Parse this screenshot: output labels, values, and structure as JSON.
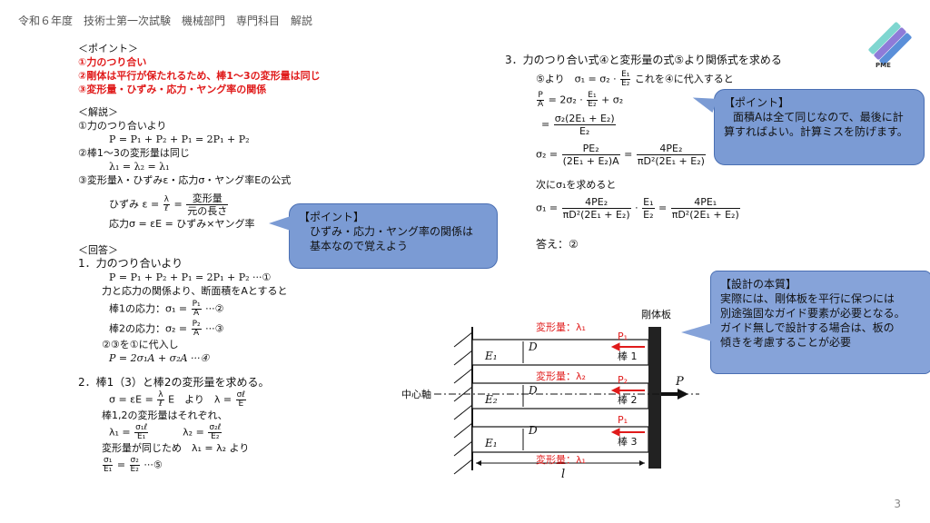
{
  "header": "令和６年度　技術士第一次試験　機械部門　専門科目　解説",
  "page_number": "3",
  "logo": {
    "label": "PME",
    "colors": [
      "#7fd6d0",
      "#8e7bd8",
      "#5a8fd9"
    ]
  },
  "left": {
    "point_title": "＜ポイント＞",
    "points": [
      "①力のつり合い",
      "②剛体は平行が保たれるため、棒1～3の変形量は同じ",
      "③変形量・ひずみ・応力・ヤング率の関係"
    ],
    "kaisetsu_title": "＜解説＞",
    "k1": "①力のつり合いより",
    "k1_eq": "P = P₁ + P₂ + P₁ = 2P₁ + P₂",
    "k2": "②棒1～3の変形量は同じ",
    "k2_eq": "λ₁ = λ₂ = λ₁",
    "k3": "③変形量λ・ひずみε・応力σ・ヤング率Eの公式",
    "strain_lhs": "ひずみ ε =",
    "strain_num1": "λ",
    "strain_den1": "ℓ",
    "strain_eq": "=",
    "strain_num2": "変形量",
    "strain_den2": "元の長さ",
    "stress": "応力σ = εE = ひずみ×ヤング率",
    "kaito_title": "＜回答＞",
    "a1": "1．力のつり合いより",
    "a1_eq": "P = P₁ + P₂ + P₁ = 2P₁ + P₂ ···①",
    "a1_txt": "力と応力の関係より、断面積をAとすると",
    "rod1_lhs": "棒1の応力：σ₁ =",
    "rod1_num": "P₁",
    "rod1_den": "A",
    "rod1_tag": "···②",
    "rod2_lhs": "棒2の応力：σ₂ =",
    "rod2_num": "P₂",
    "rod2_den": "A",
    "rod2_tag": "···③",
    "sub": "②③を①に代入し",
    "sub_eq": "P = 2σ₁A + σ₂A ···④",
    "a2": "2．棒1（3）と棒2の変形量を求める。",
    "a2_lhs": "σ = εE =",
    "a2_num": "λ",
    "a2_den": "ℓ",
    "a2_mid": "E　より　λ =",
    "a2_num2": "σℓ",
    "a2_den2": "E",
    "a2_txt": "棒1,2の変形量はそれぞれ、",
    "lam1_lhs": "λ₁ =",
    "lam1_num": "σ₁ℓ",
    "lam1_den": "E₁",
    "lam2_lhs": "λ₂ =",
    "lam2_num": "σ₂ℓ",
    "lam2_den": "E₂",
    "same_txt": "変形量が同じため　λ₁ = λ₂ より",
    "ratio_num1": "σ₁",
    "ratio_den1": "E₁",
    "ratio_eq": "=",
    "ratio_num2": "σ₂",
    "ratio_den2": "E₂",
    "ratio_tag": "···⑤"
  },
  "callout1": {
    "title": "【ポイント】",
    "body": [
      "ひずみ・応力・ヤング率の関係は",
      "基本なので覚えよう"
    ]
  },
  "right": {
    "a3": "3．力のつり合い式④と変形量の式⑤より関係式を求める",
    "l1_pre": "⑤より　σ₁ = σ₂ ·",
    "l1_num": "E₁",
    "l1_den": "E₂",
    "l1_post": "これを④に代入すると",
    "l2_num": "P",
    "l2_den": "A",
    "l2_mid": "= 2σ₂ ·",
    "l2_num2": "E₁",
    "l2_den2": "E₂",
    "l2_post": "+ σ₂",
    "l3_pre": "=",
    "l3_num": "σ₂(2E₁ + E₂)",
    "l3_den": "E₂",
    "l4_pre": "σ₂ =",
    "l4_num": "PE₂",
    "l4_den": "(2E₁ + E₂)A",
    "l4_mid": "=",
    "l4_num2": "4PE₂",
    "l4_den2": "πD²(2E₁ + E₂)",
    "next": "次にσ₁を求めると",
    "l5_pre": "σ₁ =",
    "l5_num": "4PE₂",
    "l5_den": "πD²(2E₁ + E₂)",
    "l5_mid": "·",
    "l5_num2": "E₁",
    "l5_den2": "E₂",
    "l5_eq": "=",
    "l5_num3": "4PE₁",
    "l5_den3": "πD²(2E₁ + E₂)",
    "answer": "答え：②"
  },
  "callout2": {
    "title": "【ポイント】",
    "body": [
      "面積Aは全て同じなので、最後に計",
      "算すればよい。計算ミスを防げます。"
    ]
  },
  "callout3": {
    "title": "【設計の本質】",
    "body": [
      "実際には、剛体板を平行に保つには",
      "別途強固なガイド要素が必要となる。",
      "ガイド無しで設計する場合は、板の",
      "傾きを考慮することが必要"
    ]
  },
  "diagram": {
    "rigid_label": "剛体板",
    "center_axis": "中心軸",
    "def1": "変形量：λ₁",
    "def2": "変形量：λ₂",
    "def3": "変形量：λ₁",
    "p1": "P₁",
    "p2": "P₂",
    "p3": "P₁",
    "rod1": "棒 1",
    "rod2": "棒 2",
    "rod3": "棒 3",
    "e1": "E₁",
    "e2": "E₂",
    "e3": "E₁",
    "d1": "D",
    "d2": "D",
    "d3": "D",
    "p": "P",
    "len": "l",
    "colors": {
      "red": "#e01b1b",
      "black": "#111111"
    }
  }
}
